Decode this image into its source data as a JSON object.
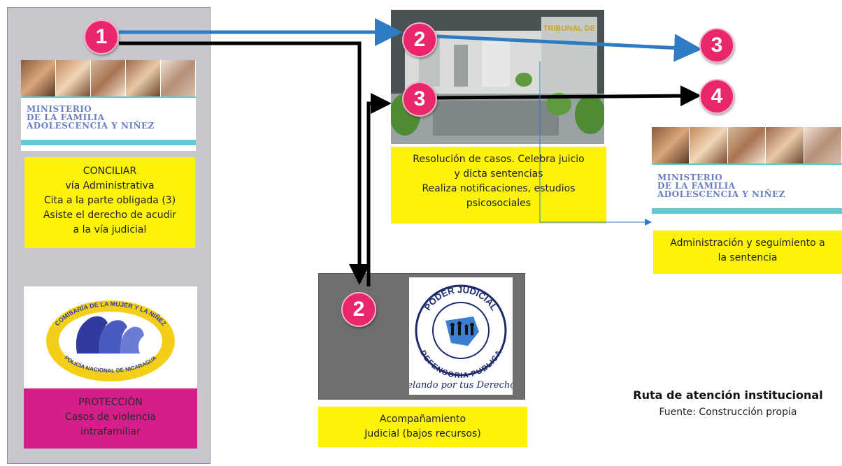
{
  "left_panel": {
    "ministry_logo_text": [
      "MINISTERIO",
      "DE LA FAMILIA",
      "ADOLESCENCIA Y NIÑEZ"
    ],
    "conciliar_box": {
      "lines": [
        "CONCILIAR",
        "vía Administrativa",
        "Cita a la parte obligada (3)",
        "Asiste el derecho de acudir",
        "a la vía judicial"
      ]
    },
    "comisaria_logo_text": {
      "top": "COMISARÍA DE LA MUJER Y LA NIÑEZ",
      "bottom": "POLICÍA NACIONAL DE NICARAGUA"
    },
    "proteccion_box": {
      "lines": [
        "PROTECCIÓN",
        "Casos de violencia",
        "intrafamiliar"
      ]
    }
  },
  "badges": {
    "b1": "1",
    "b2_court": "2",
    "b3_court": "3",
    "b3_right": "3",
    "b4_right": "4",
    "b2_defensoria": "2"
  },
  "court": {
    "sign_text": "TRIBUNAL DE",
    "box_lines": [
      "Resolución de casos. Celebra juicio",
      "y dicta sentencias",
      "Realiza notificaciones, estudios",
      "psicosociales"
    ]
  },
  "right_ministry": {
    "logo_text": [
      "MINISTERIO",
      "DE LA FAMILIA",
      "ADOLESCENCIA Y NIÑEZ"
    ],
    "box_lines": [
      "Administración y seguimiento a",
      "la sentencia"
    ]
  },
  "defensoria": {
    "logo_ring_top": "PODER JUDICIAL",
    "logo_ring_bottom": "DEFENSORIA PUBLICA",
    "slogan": "Velando por tus Derechos",
    "box_lines": [
      "Acompañamiento",
      "Judicial (bajos recursos)"
    ]
  },
  "caption": {
    "title": "Ruta de atención institucional",
    "source": "Fuente: Construcción propia"
  },
  "colors": {
    "yellow": "#fdf30a",
    "magenta": "#d41e8a",
    "badge": "#e8266c",
    "blue_arrow": "#2e7bc4",
    "panel_gray": "#c7c7cd",
    "defensoria_gray": "#6e6e6e"
  }
}
